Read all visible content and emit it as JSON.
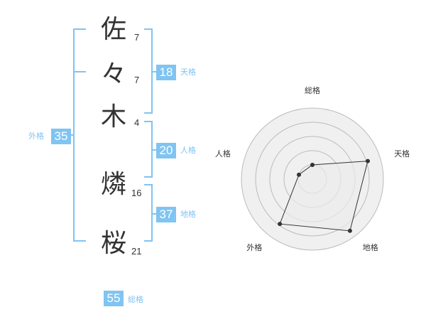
{
  "name": {
    "characters": [
      {
        "char": "佐",
        "strokes": "7"
      },
      {
        "char": "々",
        "strokes": "7"
      },
      {
        "char": "木",
        "strokes": "4"
      },
      {
        "char": "燐",
        "strokes": "16"
      },
      {
        "char": "桜",
        "strokes": "21"
      }
    ]
  },
  "scores": {
    "tenkaku": {
      "value": "18",
      "label": "天格"
    },
    "jinkaku": {
      "value": "20",
      "label": "人格"
    },
    "chikaku": {
      "value": "37",
      "label": "地格"
    },
    "gaikaku": {
      "value": "35",
      "label": "外格"
    },
    "soukaku": {
      "value": "55",
      "label": "総格"
    }
  },
  "radar": {
    "axes": [
      "総格",
      "天格",
      "地格",
      "外格",
      "人格"
    ],
    "values": [
      0.2,
      0.82,
      0.9,
      0.78,
      0.2
    ],
    "ring_count": 5,
    "colors": {
      "ring": "#bbbbbb",
      "fill": "#f0f0f0",
      "line": "#333333",
      "accent": "#7fc4f2"
    }
  }
}
